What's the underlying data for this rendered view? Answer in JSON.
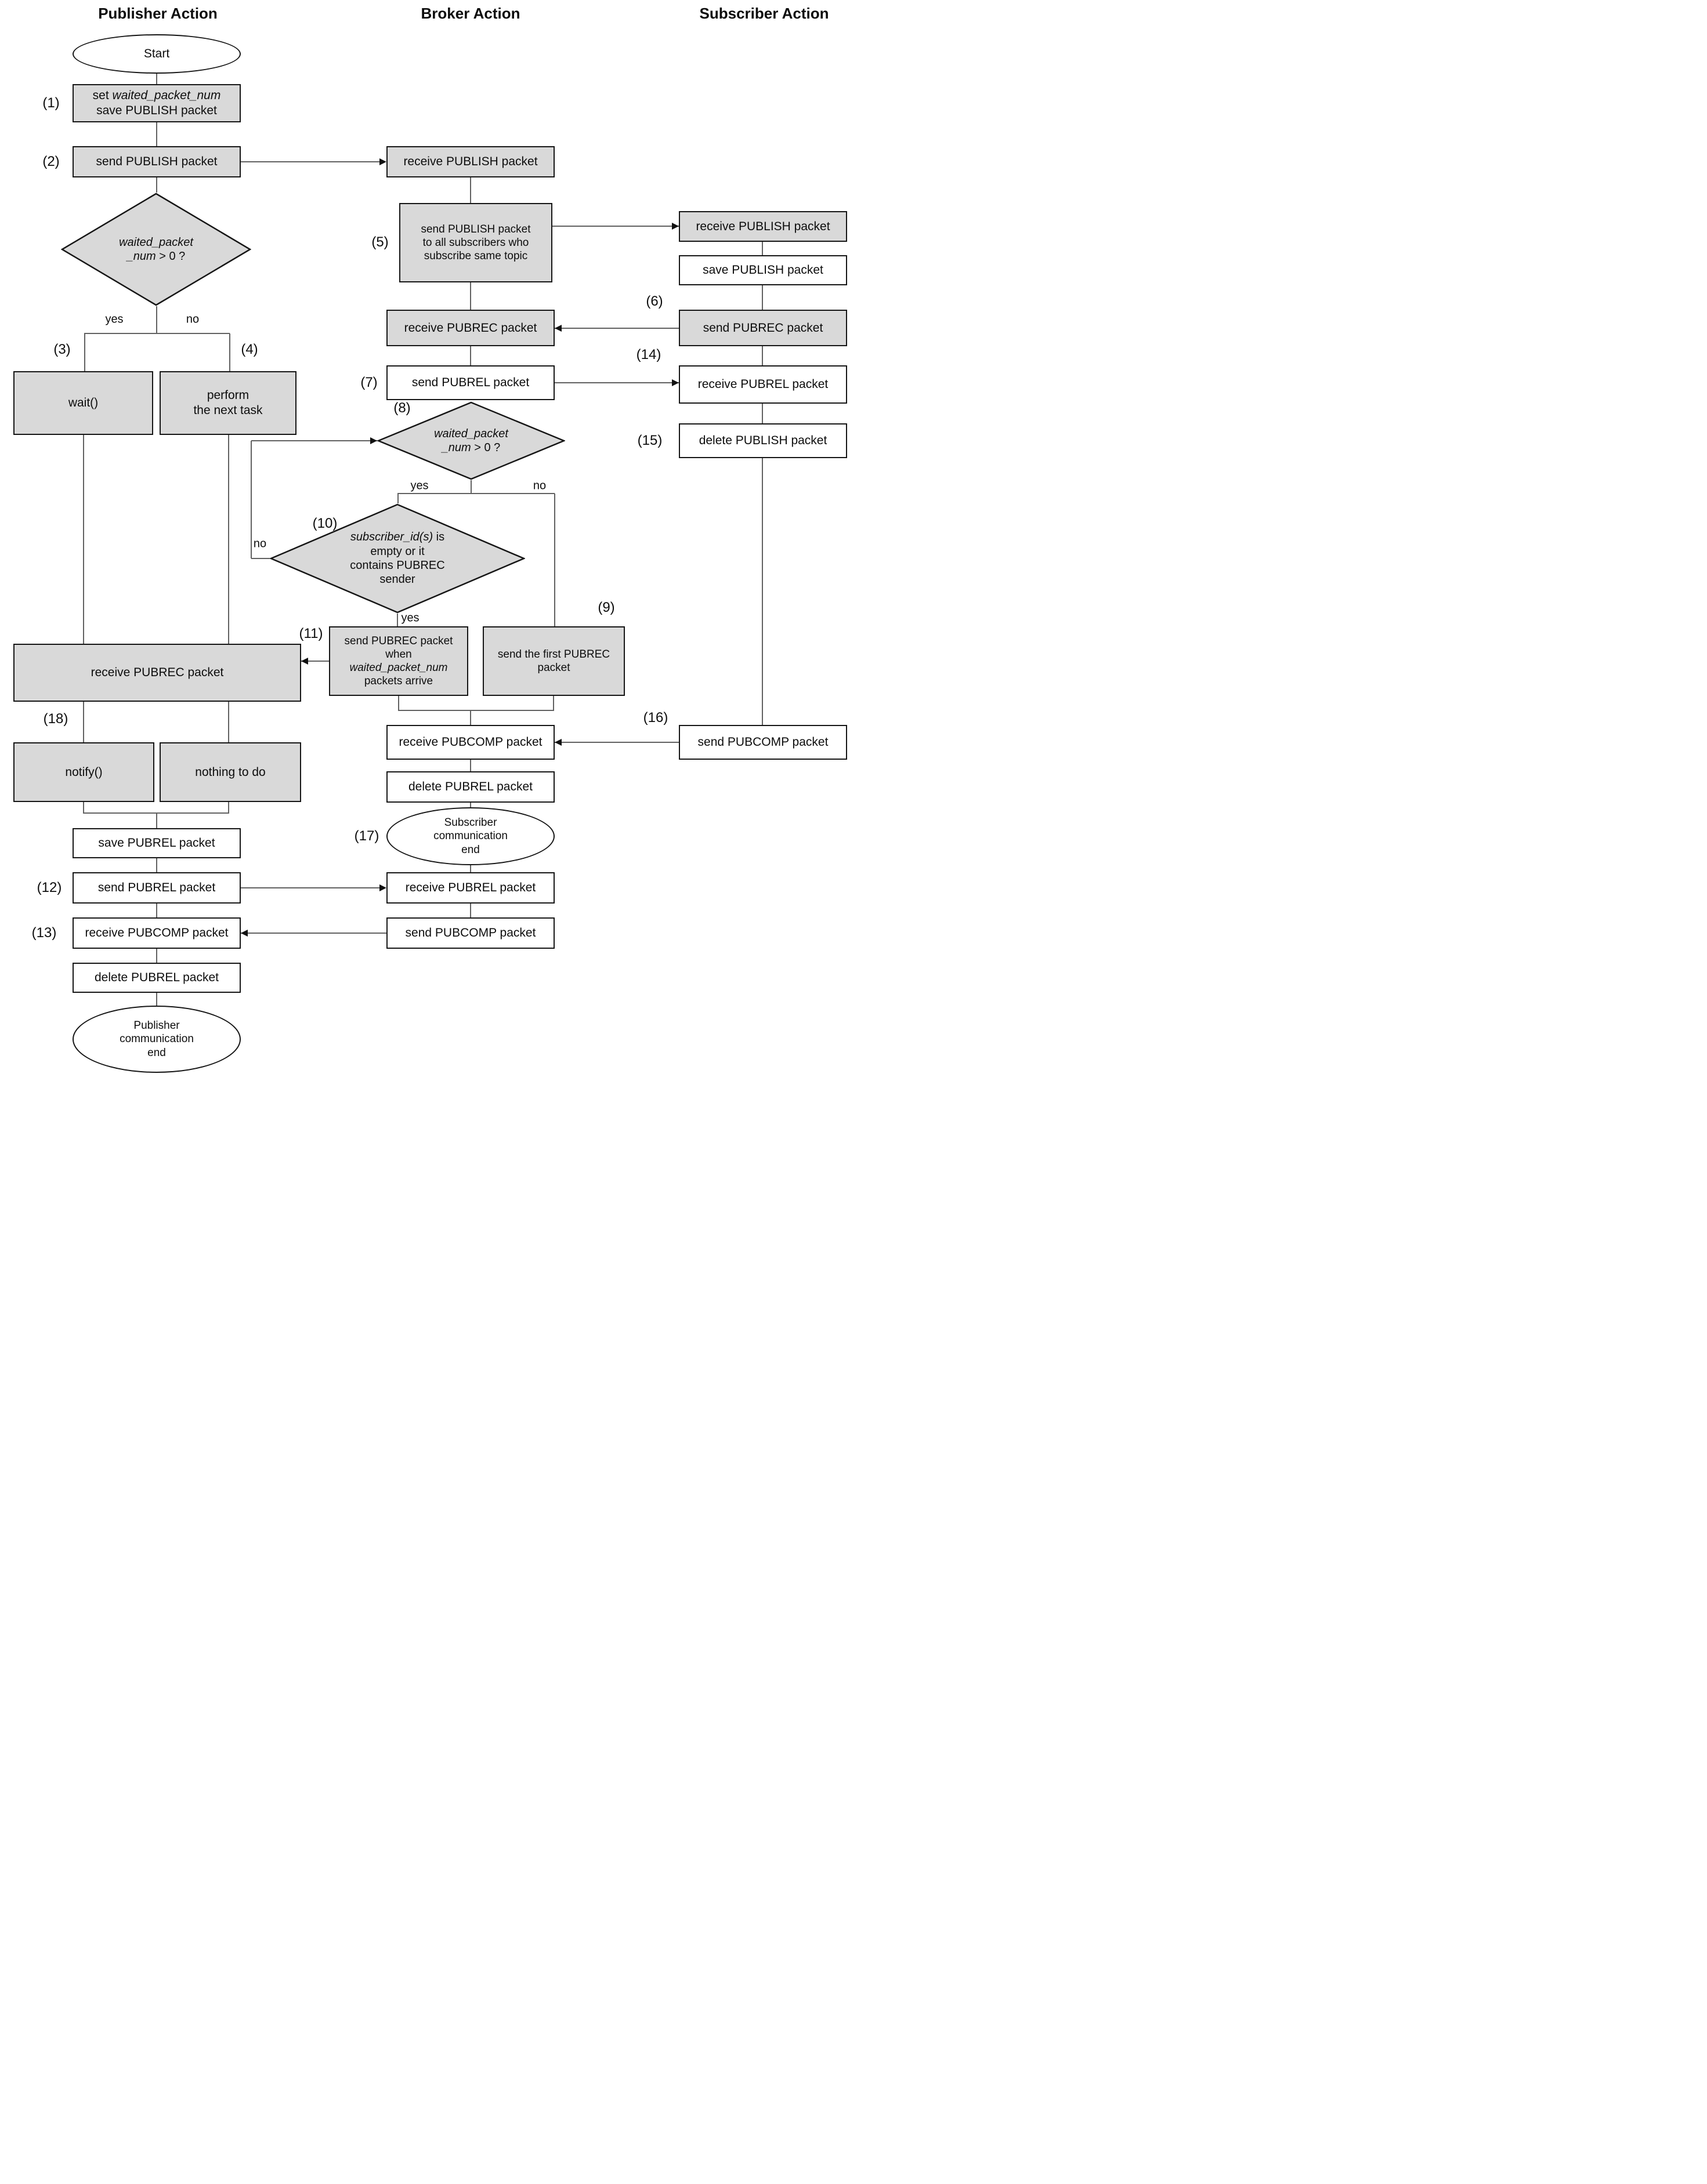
{
  "columns": {
    "publisher": "Publisher Action",
    "broker": "Broker Action",
    "subscriber": "Subscriber Action"
  },
  "colors": {
    "node_fill_gray": "#d9d9d9",
    "node_fill_white": "#ffffff",
    "node_border": "#161616",
    "connector_line": "#616161",
    "arrowhead": "#111111",
    "text": "#0d0d0d"
  },
  "steps": {
    "s1": "(1)",
    "s2": "(2)",
    "s3": "(3)",
    "s4": "(4)",
    "s5": "(5)",
    "s6": "(6)",
    "s7": "(7)",
    "s8": "(8)",
    "s9": "(9)",
    "s10": "(10)",
    "s11": "(11)",
    "s12": "(12)",
    "s13": "(13)",
    "s14": "(14)",
    "s15": "(15)",
    "s16": "(16)",
    "s17": "(17)",
    "s18": "(18)"
  },
  "branch": {
    "yes": "yes",
    "no": "no"
  },
  "nodes": {
    "start": "Start",
    "p_set_pre": "set ",
    "p_set_var": "waited_packet_num",
    "p_set_l2": "save PUBLISH packet",
    "p_send_publish": "send PUBLISH packet",
    "pd_l1": "waited_packet",
    "pd_var": "_num",
    "pd_rest": " > 0 ?",
    "p_wait": "wait()",
    "p_perform_l1": "perform",
    "p_perform_l2": "the next task",
    "p_recv_pubrec": "receive PUBREC packet",
    "p_notify": "notify()",
    "p_nothing": "nothing to do",
    "p_save_pubrel": "save PUBREL packet",
    "p_send_pubrel": "send PUBREL packet",
    "p_recv_pubcomp": "receive PUBCOMP packet",
    "p_del_pubrel": "delete PUBREL packet",
    "p_end_l1": "Publisher",
    "p_end_l2": "communication",
    "p_end_l3": "end",
    "b_recv_publish": "receive PUBLISH packet",
    "b5_l1": "send PUBLISH packet",
    "b5_l2": "to all subscribers who",
    "b5_l3": "subscribe same topic",
    "b_recv_pubrec": "receive PUBREC packet",
    "b_send_pubrel": "send PUBREL packet",
    "d8_l1": "waited_packet",
    "d8_var": "_num",
    "d8_rest": " > 0 ?",
    "d10_var": "subscriber_id(s)",
    "d10_rest": " is",
    "d10_l2": "empty or it",
    "d10_l3": "contains PUBREC",
    "d10_l4": "sender",
    "b11_l1": "send PUBREC packet",
    "b11_l2": "when",
    "b11_var": "waited_packet_num",
    "b11_l4": "packets arrive",
    "b9_l1": "send the first PUBREC",
    "b9_l2": "packet",
    "b_recv_pubcomp": "receive PUBCOMP packet",
    "b_del_pubrel": "delete PUBREL packet",
    "b_end_l1": "Subscriber",
    "b_end_l2": "communication",
    "b_end_l3": "end",
    "b_recv_pubrel": "receive PUBREL packet",
    "b_send_pubcomp": "send PUBCOMP packet",
    "s_recv_publish": "receive PUBLISH packet",
    "s_save_publish": "save PUBLISH packet",
    "s_send_pubrec": "send PUBREC packet",
    "s_recv_pubrel": "receive PUBREL packet",
    "s_del_publish": "delete PUBLISH packet",
    "s_send_pubcomp": "send PUBCOMP packet"
  }
}
